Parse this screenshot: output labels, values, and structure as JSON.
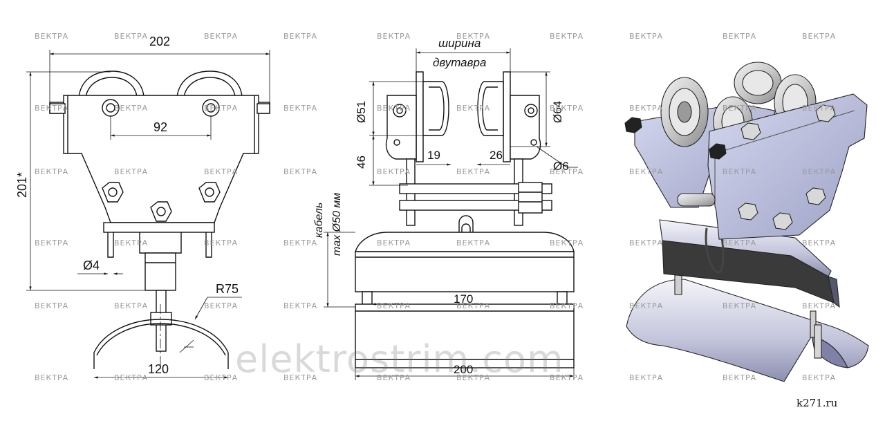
{
  "watermark_text": "ВЕКТРА",
  "big_watermark": "elektrostrim.com",
  "site_label": "k271.ru",
  "front_view": {
    "width_label": "202",
    "height_label": "201*",
    "bolt_spacing_label": "92",
    "hole_label": "Ø4",
    "radius_label": "R75",
    "bottom_width_label": "120"
  },
  "side_view": {
    "beam_label_line1": "ширина",
    "beam_label_line2": "двутавра",
    "wheel_small_label": "Ø51",
    "wheel_large_label": "Ø64",
    "offset_label": "46",
    "flange_left_label": "19",
    "flange_right_label": "26",
    "pin_label": "Ø6",
    "cable_label_line1": "кабель",
    "cable_label_line2": "max Ø50 мм",
    "saddle_width_label": "170",
    "bottom_width_label": "200"
  },
  "iso_view": {
    "plate_color": "#b8bcd8",
    "plate_dark": "#8f93b8",
    "steel_color": "#d8d8d8",
    "rubber_color": "#3a3a3a"
  }
}
